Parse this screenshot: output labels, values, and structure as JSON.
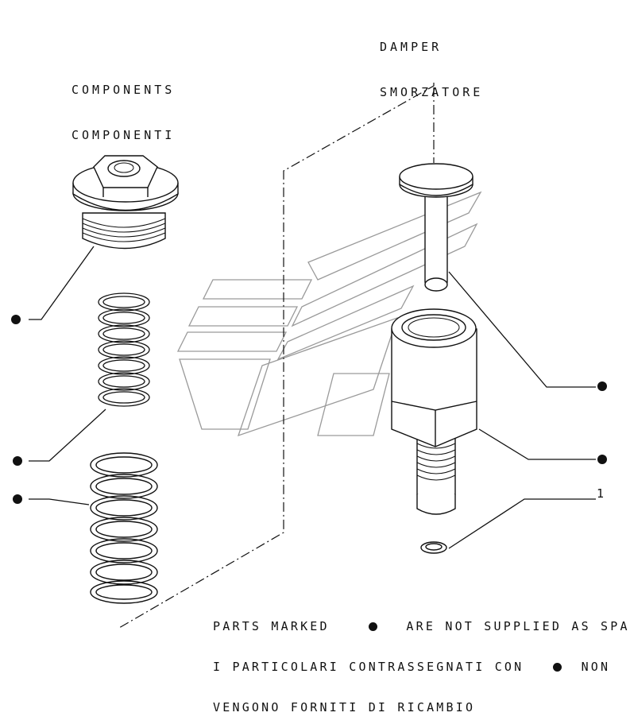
{
  "headings": {
    "damper": [
      "DAMPER",
      "SMORZATORE"
    ],
    "components": [
      "COMPONENTS",
      "COMPONENTI"
    ]
  },
  "callouts": {
    "ref_number": "1"
  },
  "footnote": {
    "line1_prefix": "PARTS MARKED",
    "line1_suffix": "ARE NOT SUPPLIED AS SPARES",
    "line2_prefix": "I PARTICOLARI CONTRASSEGNATI CON",
    "line2_suffix": "NON",
    "line3": "VENGONO FORNITI DI RICAMBIO"
  },
  "colors": {
    "ink": "#111111",
    "watermark": "#9a9a9a",
    "paper": "#ffffff"
  }
}
